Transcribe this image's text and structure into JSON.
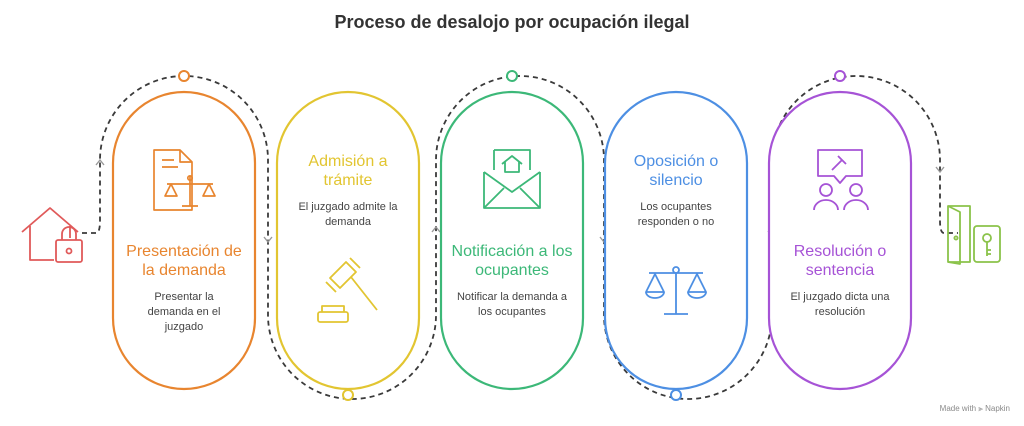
{
  "title": "Proceso de desalojo por ocupación ilegal",
  "steps": [
    {
      "title": "Presentación de la demanda",
      "description": "Presentar la demanda en el juzgado",
      "color": "#e8852f",
      "icon": "document-scale-icon"
    },
    {
      "title": "Admisión a trámite",
      "description": "El juzgado admite la demanda",
      "color": "#e2c531",
      "icon": "gavel-icon"
    },
    {
      "title": "Notificación a los ocupantes",
      "description": "Notificar la demanda a los ocupantes",
      "color": "#3cb878",
      "icon": "envelope-house-icon"
    },
    {
      "title": "Oposición o silencio",
      "description": "Los ocupantes responden o no",
      "color": "#4d8fe3",
      "icon": "balance-scale-icon"
    },
    {
      "title": "Resolución o sentencia",
      "description": "El juzgado dicta una resolución",
      "color": "#a653d6",
      "icon": "judge-people-icon"
    }
  ],
  "start_icon": "house-lock-icon",
  "end_icon": "door-key-icon",
  "colors": {
    "start": "#e05a5a",
    "end": "#8bc34a",
    "path": "#3a3a3a"
  },
  "footer": "Made with ⫸ Napkin"
}
